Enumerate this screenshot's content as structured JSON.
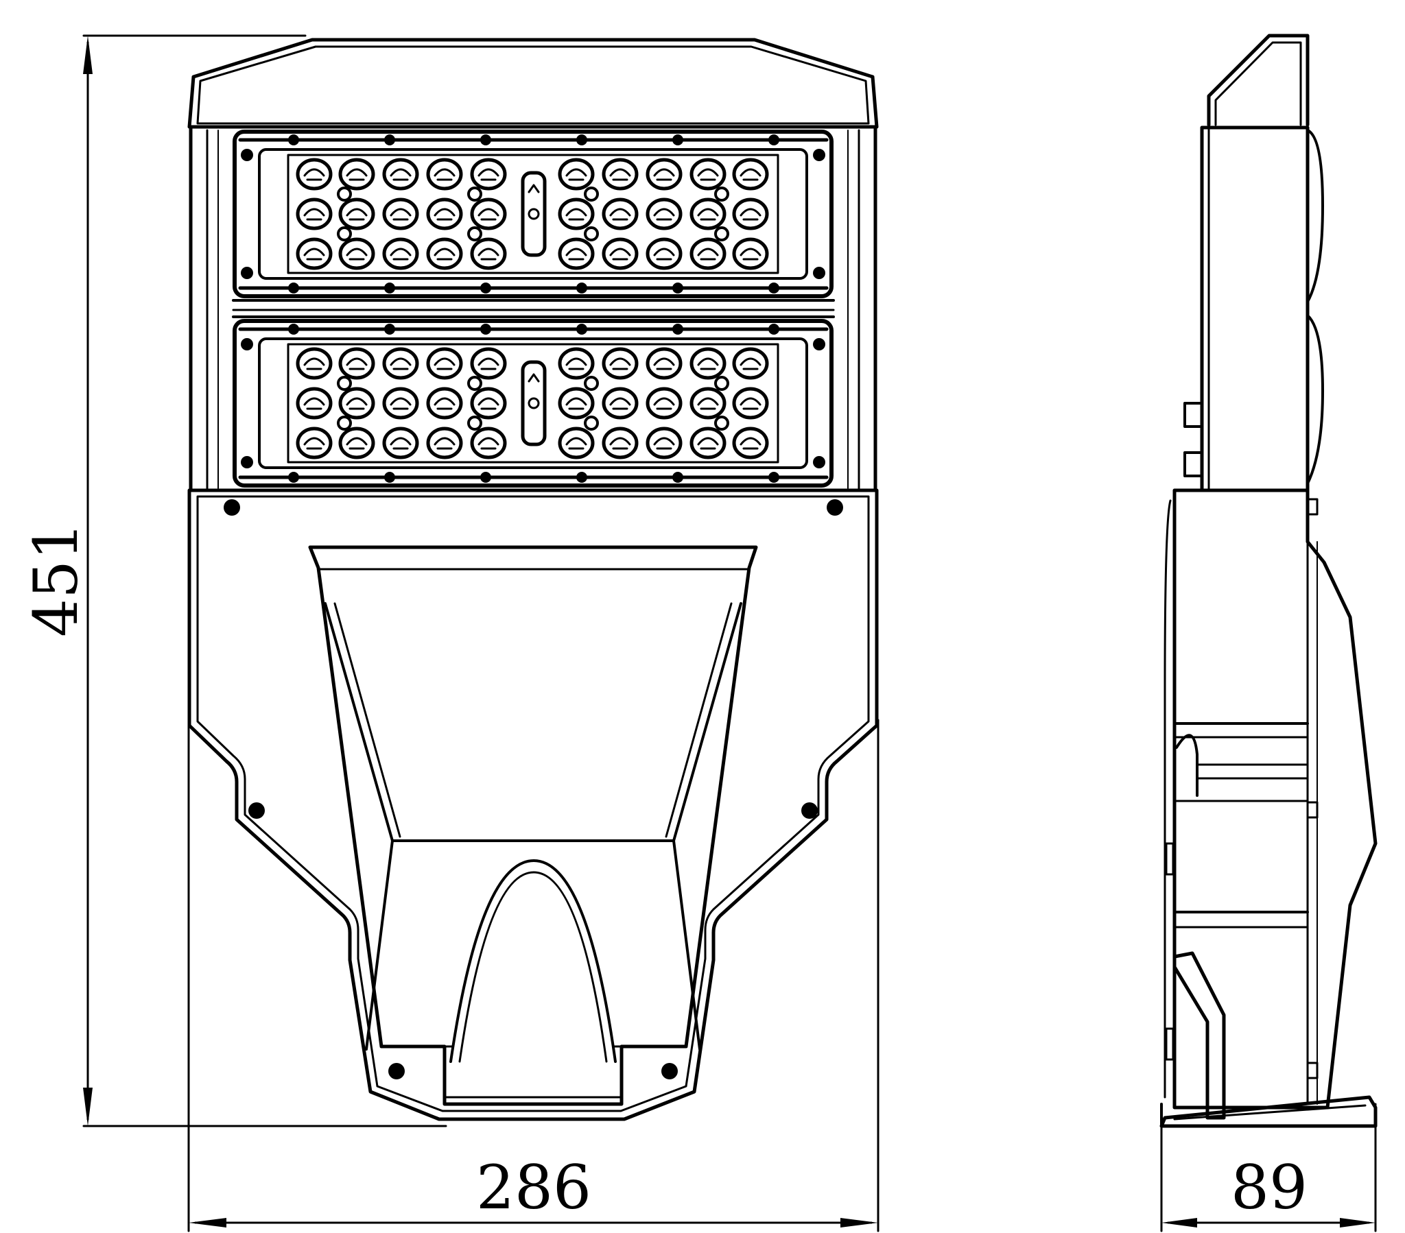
{
  "drawing": {
    "views": [
      "front-view",
      "side-view"
    ],
    "dimensions": {
      "height": "451",
      "width": "286",
      "depth": "89"
    },
    "led_module": {
      "rows": 3,
      "columns_per_side": 5,
      "modules": 2
    },
    "colors": {
      "line": "#000000",
      "background": "#ffffff"
    }
  }
}
